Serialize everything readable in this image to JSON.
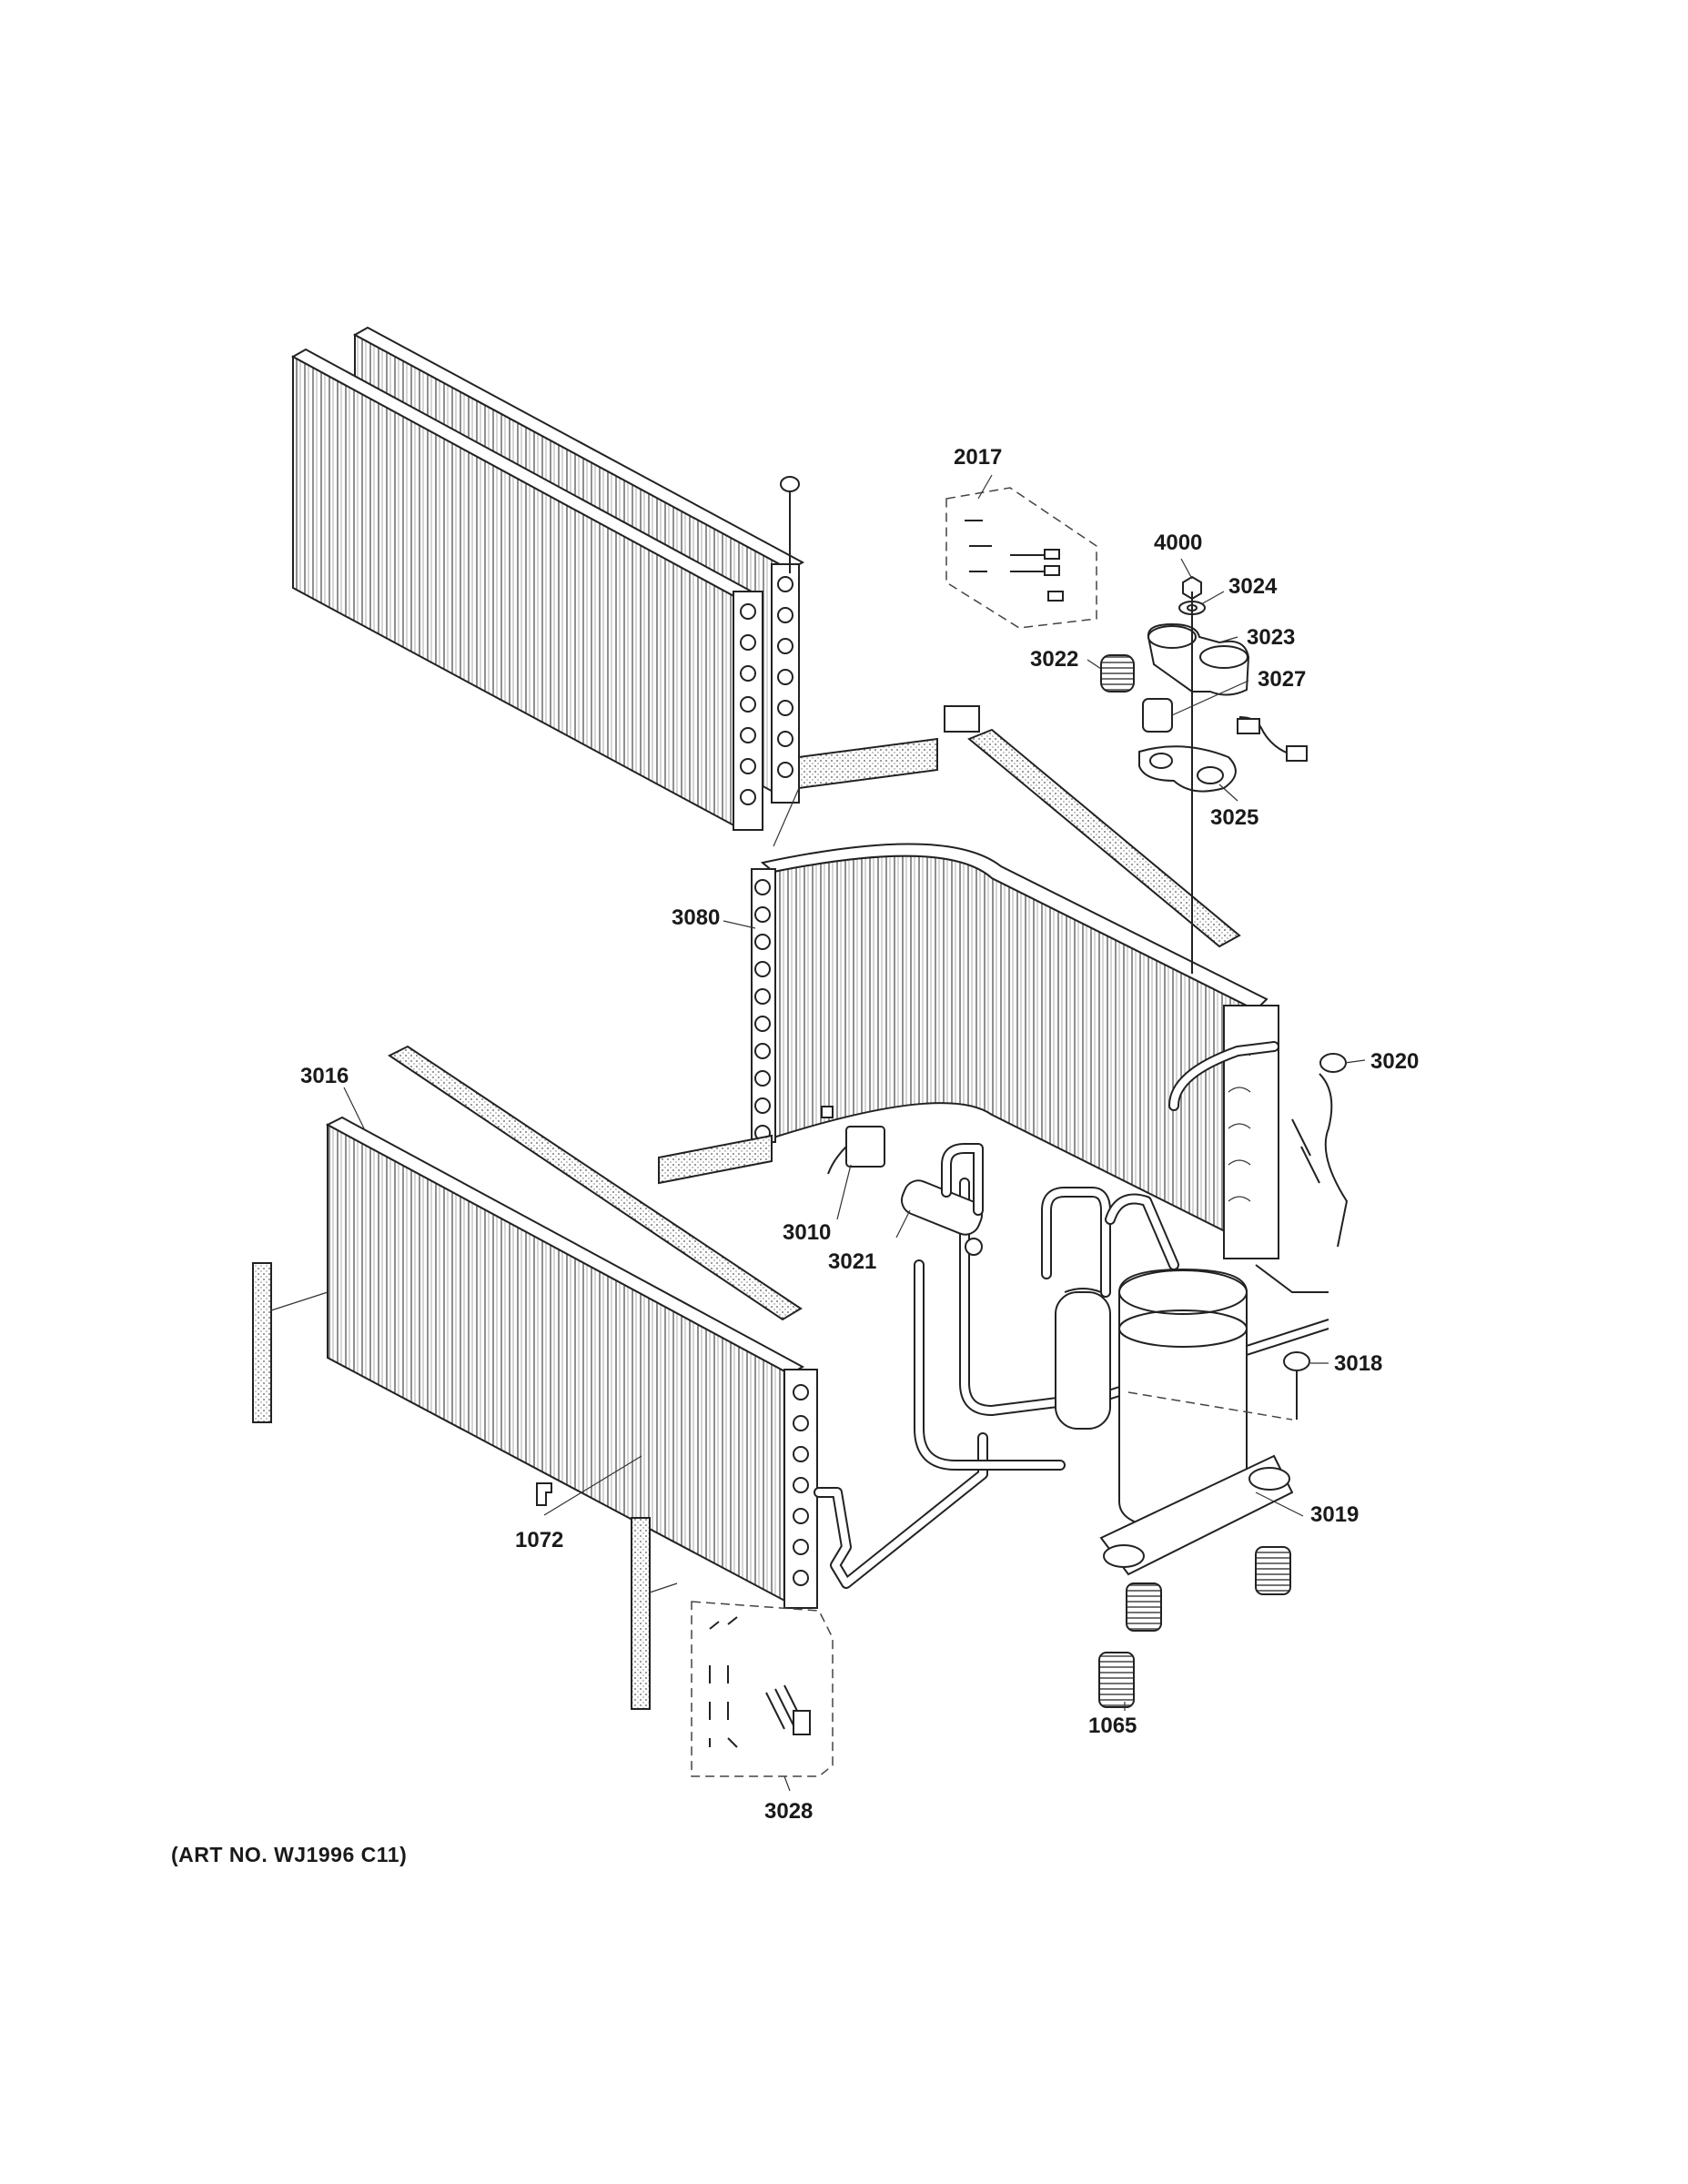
{
  "diagram": {
    "art_number": "(ART NO. WJ1996 C11)",
    "callouts": [
      {
        "id": "c2017",
        "label": "2017"
      },
      {
        "id": "c4000",
        "label": "4000"
      },
      {
        "id": "c3024",
        "label": "3024"
      },
      {
        "id": "c3023",
        "label": "3023"
      },
      {
        "id": "c3022",
        "label": "3022"
      },
      {
        "id": "c3027",
        "label": "3027"
      },
      {
        "id": "c3025",
        "label": "3025"
      },
      {
        "id": "c3080",
        "label": "3080"
      },
      {
        "id": "c3020",
        "label": "3020"
      },
      {
        "id": "c3016",
        "label": "3016"
      },
      {
        "id": "c3010",
        "label": "3010"
      },
      {
        "id": "c3021",
        "label": "3021"
      },
      {
        "id": "c3018",
        "label": "3018"
      },
      {
        "id": "c3019",
        "label": "3019"
      },
      {
        "id": "c1072",
        "label": "1072"
      },
      {
        "id": "c1065",
        "label": "1065"
      },
      {
        "id": "c3028",
        "label": "3028"
      }
    ]
  }
}
